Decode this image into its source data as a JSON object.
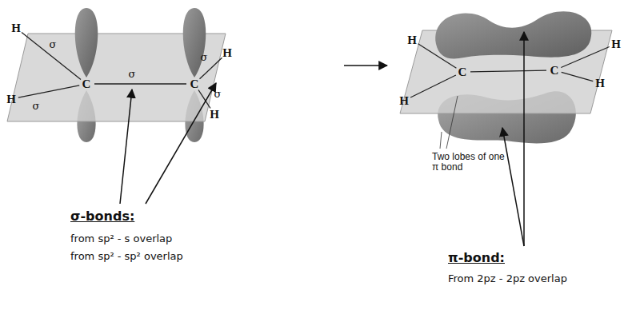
{
  "diagram": {
    "labels": [
      "H",
      "H",
      "σ",
      "σ",
      "C",
      "σ",
      "C",
      "σ",
      "σ",
      "H",
      "H",
      "H",
      "H",
      "C",
      "C",
      "H",
      "H",
      "Two lobes of one π bond",
      "σ-bonds:",
      "from sp² - s overlap",
      "from sp² - sp² overlap",
      "π-bond:",
      "From 2pz - 2pz overlap"
    ]
  }
}
